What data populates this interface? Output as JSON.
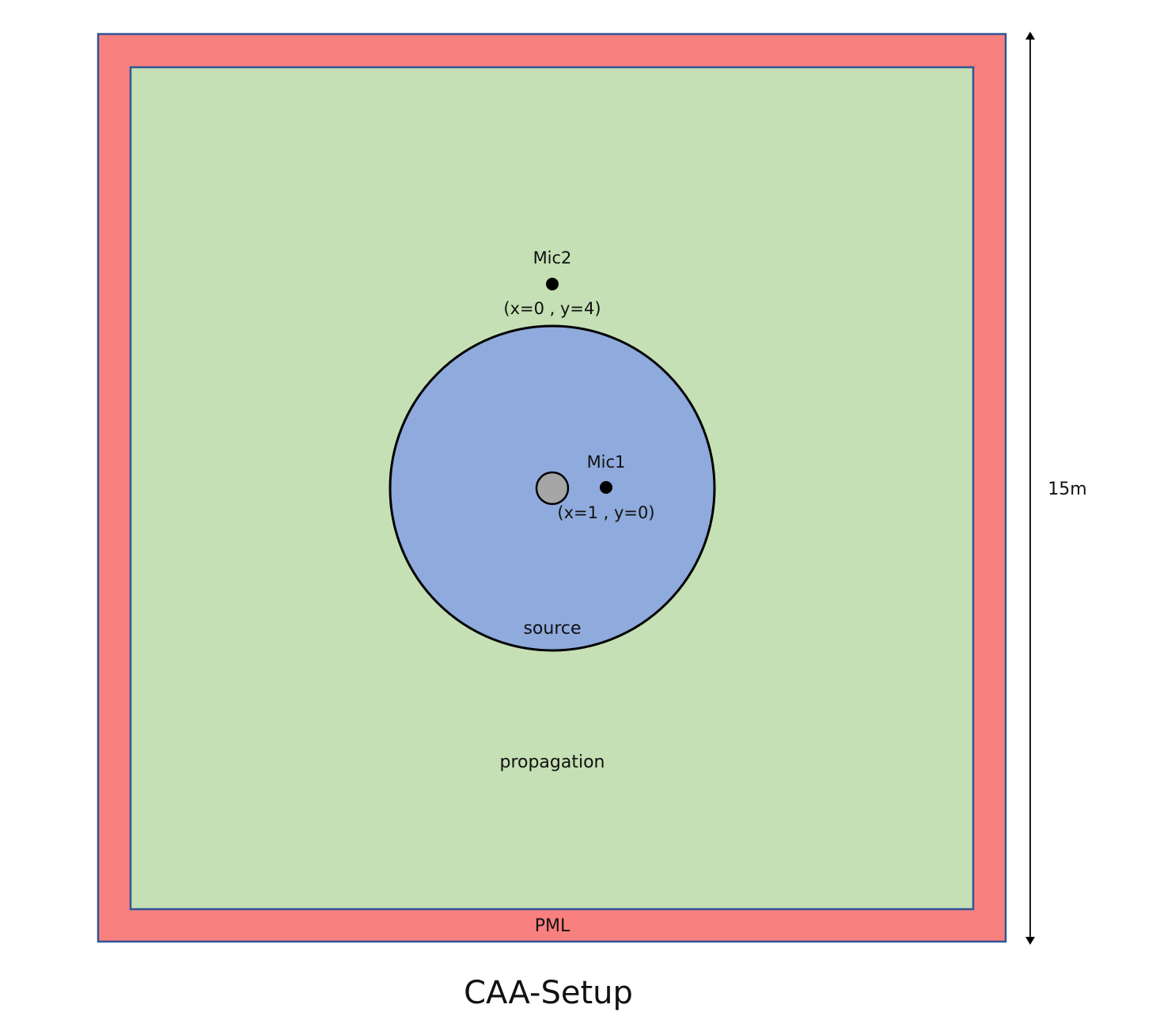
{
  "title": "CAA-Setup",
  "regions": {
    "pml": {
      "label": "PML",
      "color": "#F8807E",
      "border": "#2F5597"
    },
    "propagation": {
      "label": "propagation",
      "color": "#C5E0B4",
      "border": "#2F5597"
    },
    "source": {
      "label": "source",
      "color": "#8FAADC",
      "border": "#000000"
    },
    "source_center": {
      "color": "#A6A6A6"
    }
  },
  "microphones": [
    {
      "name": "Mic1",
      "coords": "(x=1 , y=0)"
    },
    {
      "name": "Mic2",
      "coords": "(x=0 , y=4)"
    }
  ],
  "dimension": {
    "label": "15m"
  }
}
